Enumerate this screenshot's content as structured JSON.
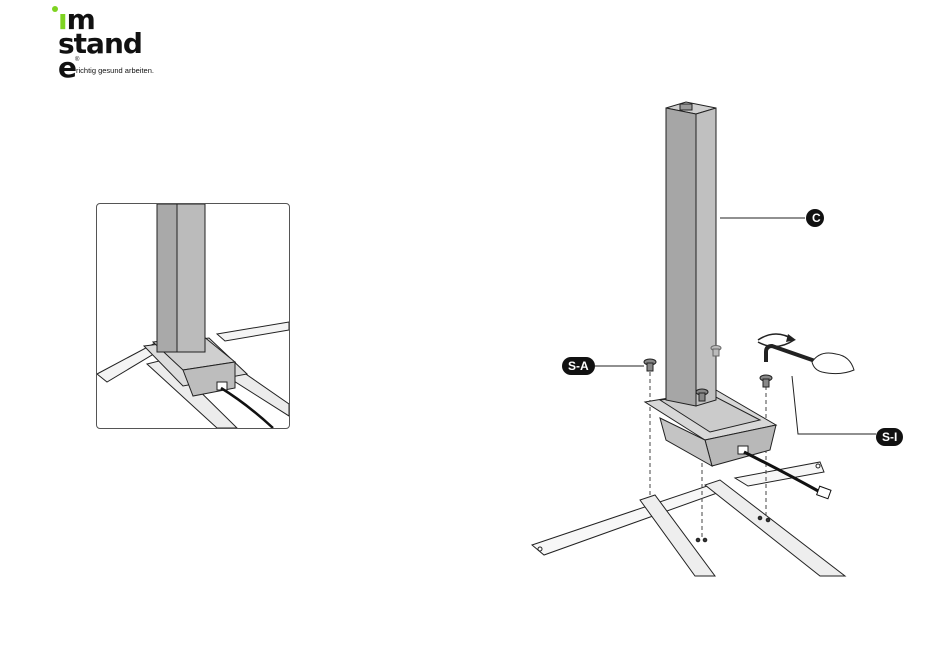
{
  "logo": {
    "line1_i": "ı",
    "line1_rest": "m",
    "line2": "stand",
    "line3": "e",
    "registered": "®",
    "tagline": "richtig gesund arbeiten.",
    "accent_color": "#7ed321"
  },
  "labels": {
    "column": "C",
    "screw_a": "S-A",
    "screw_i": "S-I"
  },
  "icons": {
    "rotate": "rotate-arrow-icon",
    "hex_key": "hex-key-icon",
    "hand": "hand-icon"
  }
}
